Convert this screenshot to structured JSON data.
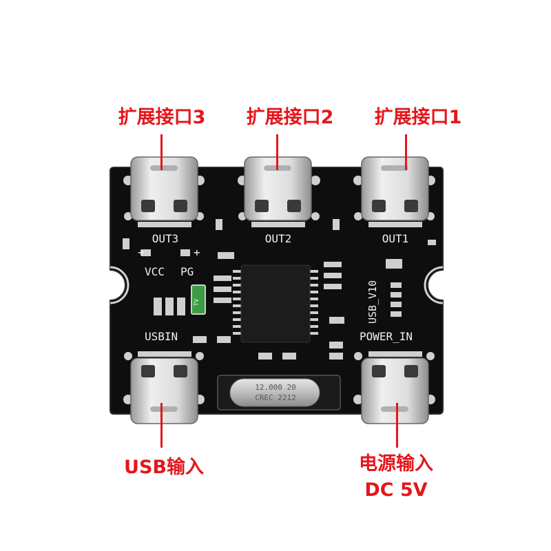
{
  "callouts": {
    "out3": "扩展接口3",
    "out2": "扩展接口2",
    "out1": "扩展接口1",
    "usb_in": "USB输入",
    "power_line1": "电源输入",
    "power_line2": "DC 5V"
  },
  "silkscreen": {
    "out3": "OUT3",
    "out2": "OUT2",
    "out1": "OUT1",
    "vcc": "VCC",
    "pg": "PG",
    "usbin": "USBIN",
    "power_in": "POWER_IN",
    "version": "USB_V10",
    "tv": "TV",
    "plus1": "+",
    "plus2": "+"
  },
  "crystal": {
    "line1": "12.000 20",
    "line2": "CREC 2212"
  },
  "colors": {
    "callout": "#e4161c",
    "board": "#0e0e0e",
    "silkscreen": "#f2f2f2",
    "connector": "#d9d9d9",
    "crystal": "#c8c8c8"
  }
}
